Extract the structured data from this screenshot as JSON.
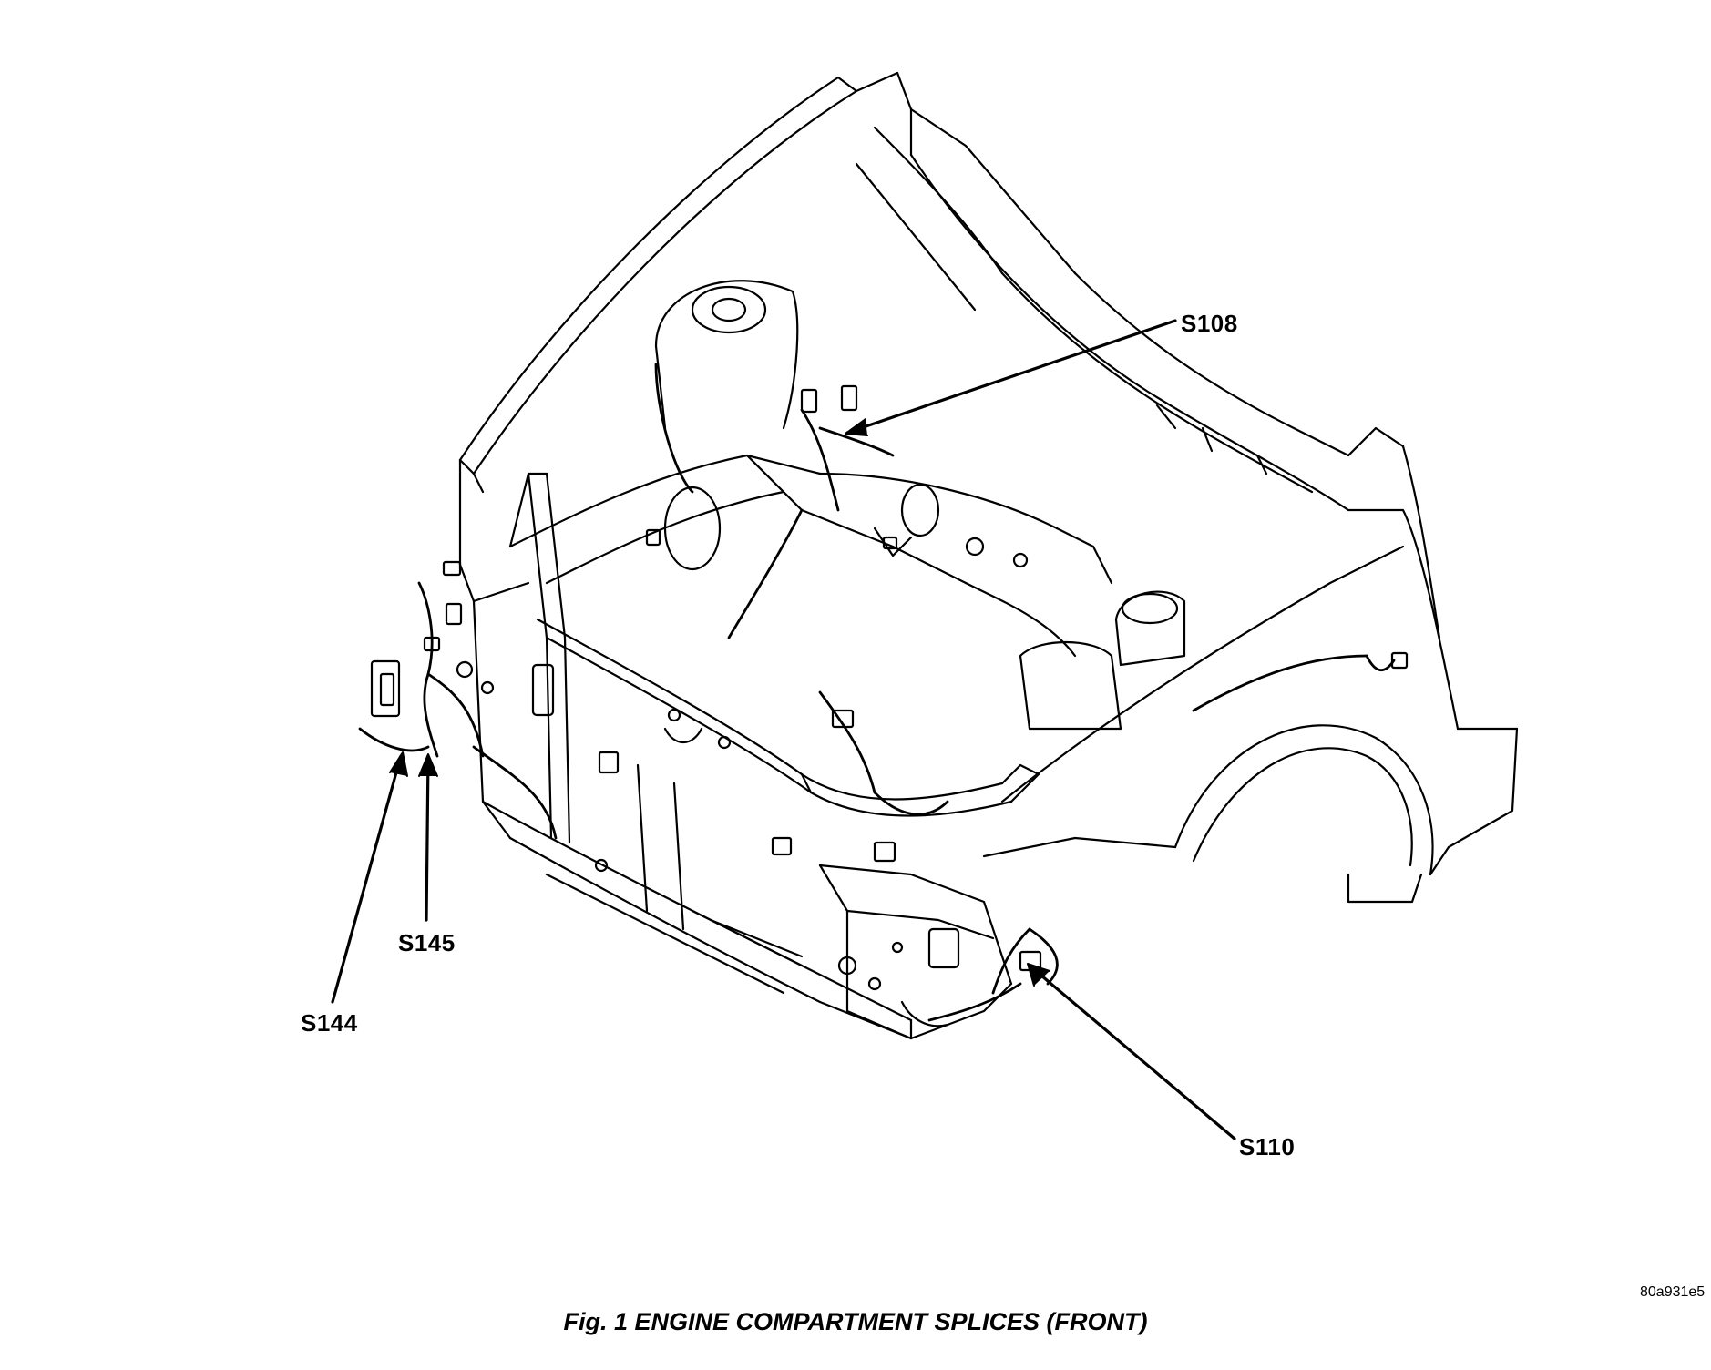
{
  "figure": {
    "caption": "Fig. 1 ENGINE COMPARTMENT SPLICES (FRONT)",
    "reference_code": "80a931e5"
  },
  "callouts": {
    "s108": "S108",
    "s145": "S145",
    "s144": "S144",
    "s110": "S110"
  },
  "colors": {
    "line": "#000000",
    "background": "#ffffff"
  }
}
